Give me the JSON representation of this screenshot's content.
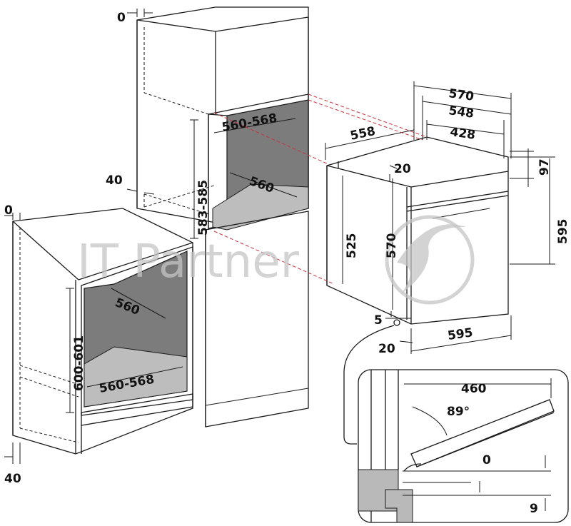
{
  "watermark": {
    "text": "IT Partner"
  },
  "dimensions": {
    "tall_top_0": "0",
    "tall_40": "40",
    "tall_width": "560-568",
    "tall_height": "583-585",
    "tall_depth": "560",
    "base_top_0": "0",
    "base_depth": "560",
    "base_height": "600-601",
    "base_width": "560-568",
    "base_40": "40",
    "oven_570": "570",
    "oven_548": "548",
    "oven_428": "428",
    "oven_558": "558",
    "oven_20_top": "20",
    "oven_97": "97",
    "oven_525": "525",
    "oven_570_v": "570",
    "oven_595_h": "595",
    "oven_5": "5",
    "oven_20_bottom": "20",
    "oven_595_w": "595",
    "detail_460": "460",
    "detail_angle": "89°",
    "detail_0": "0",
    "detail_9": "9"
  },
  "colors": {
    "line": "#1a1a1a",
    "cavity": "#7c7c7c",
    "guide": "#c8323c",
    "watermark": "#c4c4c4"
  }
}
